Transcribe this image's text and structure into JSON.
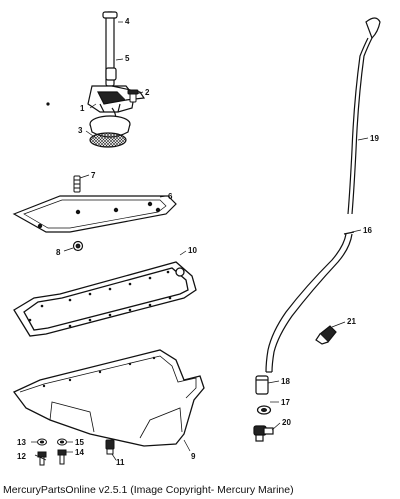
{
  "diagram": {
    "callouts": [
      "1",
      "2",
      "3",
      "4",
      "5",
      "6",
      "7",
      "8",
      "9",
      "10",
      "11",
      "12",
      "13",
      "14",
      "15",
      "16",
      "17",
      "18",
      "19",
      "20",
      "21"
    ]
  },
  "footer": {
    "text": "MercuryPartsOnline v2.5.1 (Image Copyright- Mercury Marine)"
  },
  "colors": {
    "ink": "#111111",
    "background": "#ffffff"
  }
}
